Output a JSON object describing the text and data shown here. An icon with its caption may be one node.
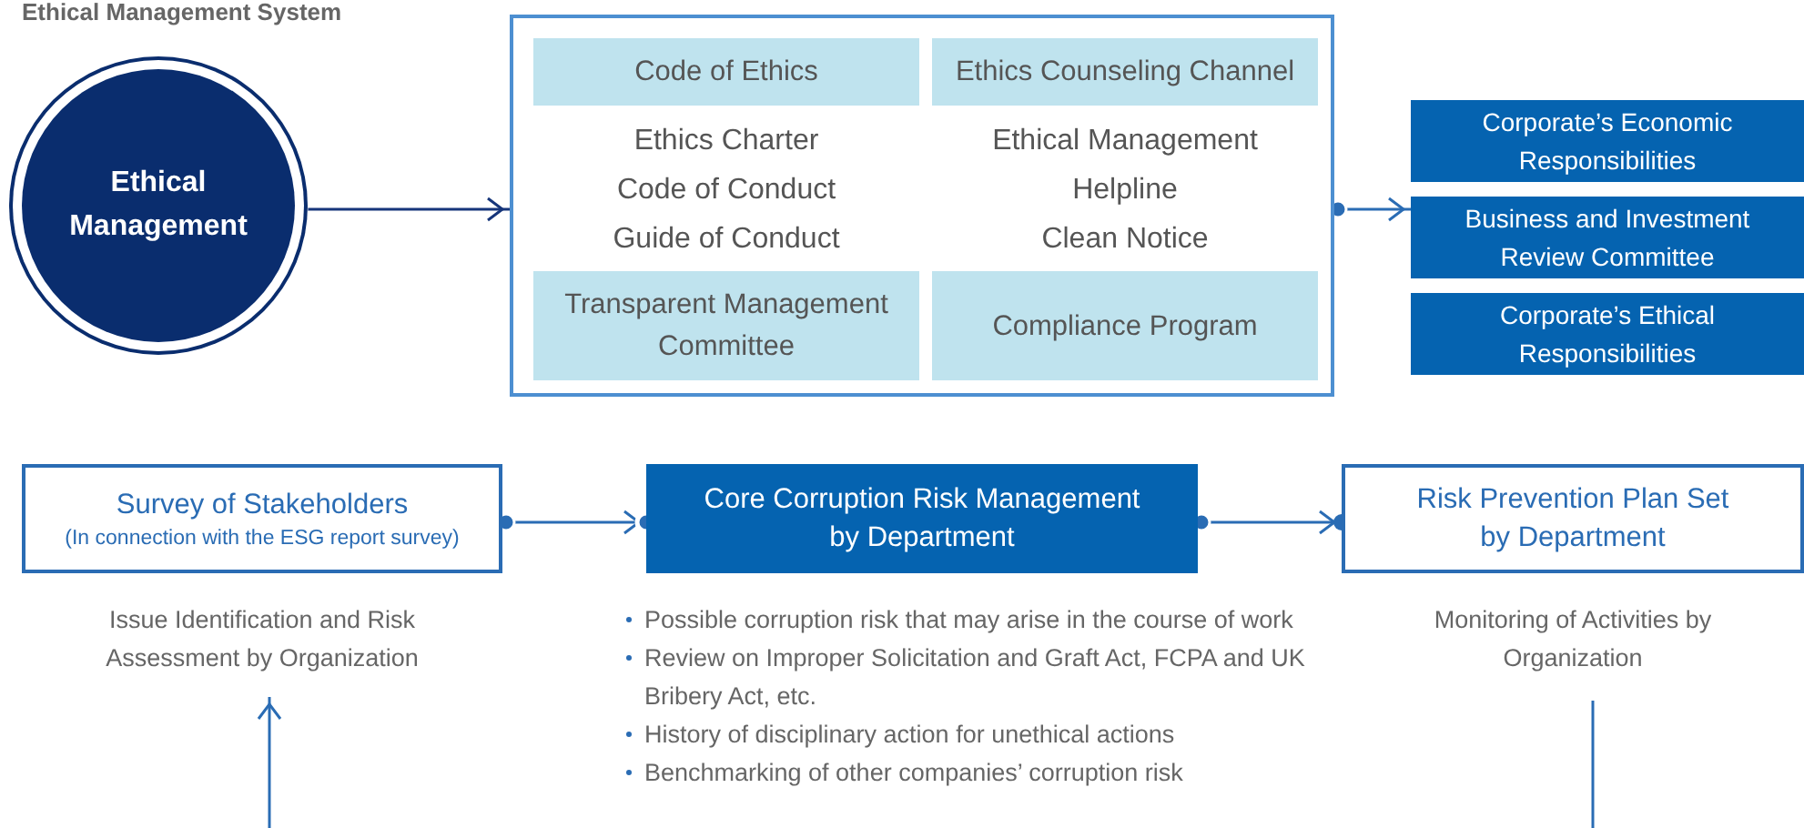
{
  "diagram": {
    "title": "Ethical Management System",
    "nodes": [
      {
        "text": [
          "Ethical Management"
        ]
      },
      {
        "text": [
          "Ethics Charter",
          "Code of Conduct",
          "Guide of Conduct",
          "Ethical Management Helpline",
          "Clean Notice"
        ]
      },
      {
        "text": [
          "Code of Ethics"
        ],
        "in": 1
      },
      {
        "text": [
          "Ethics Counseling Channel"
        ],
        "in": 1
      },
      {
        "text": [
          "Transparent Management Committee"
        ],
        "in": 1
      },
      {
        "text": [
          "Compliance Program"
        ],
        "in": 1
      },
      {
        "text": [
          "Corporate’s Economic Responsibilities"
        ]
      },
      {
        "text": [
          "Business and Investment Review Committee"
        ]
      },
      {
        "text": [
          "Corporate’s Ethical Responsibilities"
        ]
      },
      {
        "text": [
          "Survey of Stakeholders",
          "(In connection with the ESG report survey)"
        ],
        "beside": [
          "Issue Identification and Risk Assessment by Organization"
        ]
      },
      {
        "text": [
          "Core Corruption Risk Management by Department"
        ],
        "beside": [
          "Possible corruption risk that may arise in the course of work",
          "Review on Improper Solicitation and Graft Act, FCPA and UK Bribery Act, etc.",
          "History of disciplinary action for unethical actions",
          "Benchmarking of other companies’ corruption risk"
        ]
      },
      {
        "text": [
          "Risk Prevention Plan Set by Department"
        ],
        "beside": [
          "Monitoring of Activities by Organization"
        ]
      }
    ],
    "edges": [
      {
        "from": 0,
        "to": 1,
        "arrow": "to",
        "color": "#16357a"
      },
      {
        "from": 1,
        "to": 7,
        "arrow": "to"
      },
      {
        "from": 9,
        "to": 10,
        "arrow": "to"
      },
      {
        "from": 10,
        "to": 11,
        "arrow": "to"
      },
      {
        "from": null,
        "to": 9,
        "arrow": "to"
      },
      {
        "from": 11,
        "to": null,
        "arrow": "none"
      }
    ]
  }
}
